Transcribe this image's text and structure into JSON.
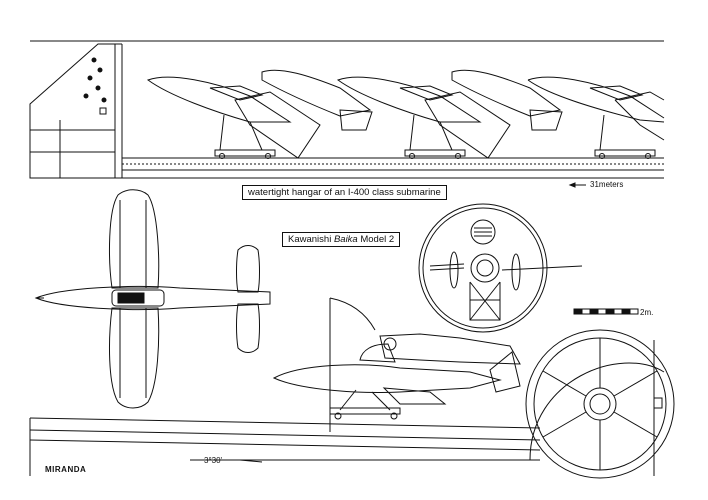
{
  "captions": {
    "hangar": "watertight hangar of an I-400 class submarine",
    "model_prefix": "Kawanishi ",
    "model_italic": "Baika",
    "model_suffix": " Model 2"
  },
  "dimensions": {
    "hangar_length": "31meters",
    "scale_bar": "2m.",
    "launch_angle": "3°30'"
  },
  "signature": "MIRANDA",
  "colors": {
    "line": "#111111",
    "background": "#ffffff"
  }
}
